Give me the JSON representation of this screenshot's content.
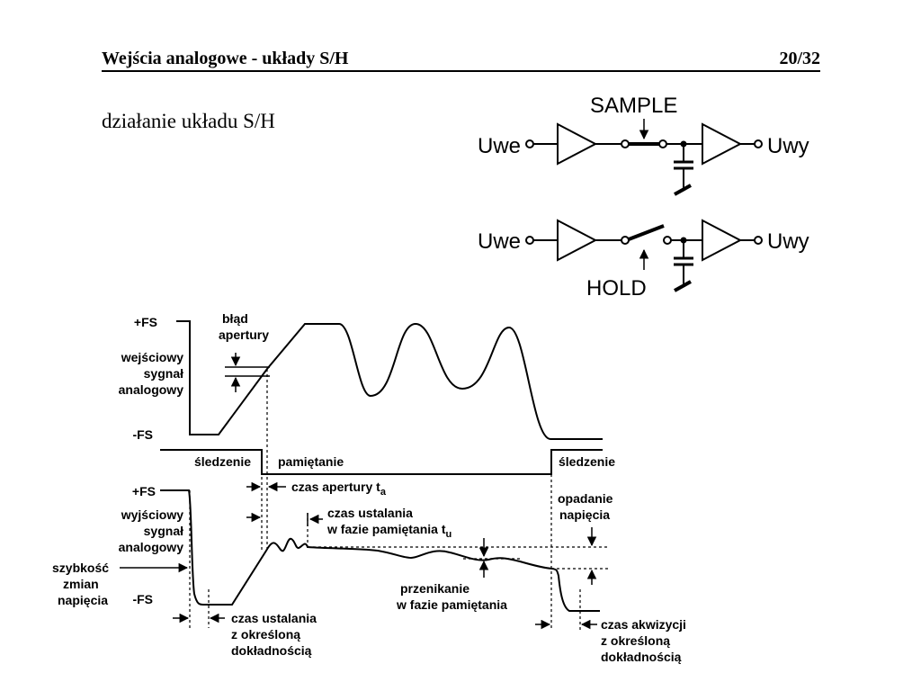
{
  "header": {
    "title": "Wejścia analogowe - układy S/H",
    "page": "20/32"
  },
  "subtitle": "działanie układu S/H",
  "circuit": {
    "sample": {
      "mode_label": "SAMPLE",
      "input_label": "Uwe",
      "output_label": "Uwy"
    },
    "hold": {
      "mode_label": "HOLD",
      "input_label": "Uwe",
      "output_label": "Uwy"
    }
  },
  "timing": {
    "input_fs_top": "+FS",
    "input_fs_bottom": "-FS",
    "aperture_error": [
      "błąd",
      "apertury"
    ],
    "input_signal": [
      "wejściowy",
      "sygnał",
      "analogowy"
    ],
    "phase_tracking_1": "śledzenie",
    "phase_hold": "pamiętanie",
    "phase_tracking_2": "śledzenie",
    "aperture_time": "czas apertury t",
    "aperture_time_sub": "a",
    "output_fs_top": "+FS",
    "output_fs_bottom": "-FS",
    "output_signal": [
      "wyjściowy",
      "sygnał",
      "analogowy"
    ],
    "slew_rate": [
      "szybkość",
      "zmian",
      "napięcia"
    ],
    "hold_settling": [
      "czas ustalania",
      "w fazie pamiętania t"
    ],
    "hold_settling_sub": "u",
    "droop": [
      "opadanie",
      "napięcia"
    ],
    "feedthrough": [
      "przenikanie",
      "w fazie pamiętania"
    ],
    "settling_accuracy": [
      "czas ustalania",
      "z określoną",
      "dokładnością"
    ],
    "acquisition_time": [
      "czas akwizycji",
      "z określoną",
      "dokładnością"
    ]
  }
}
